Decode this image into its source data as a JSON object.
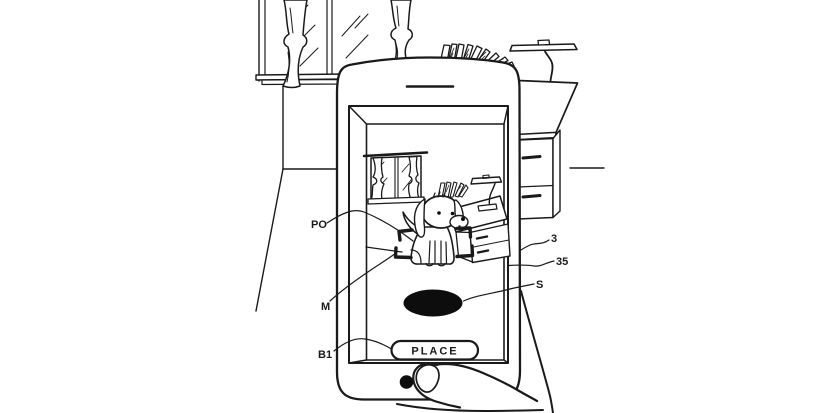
{
  "annotations": {
    "po": "PO",
    "m": "M",
    "b1": "B1",
    "ref_3": "3",
    "ref_35": "35",
    "ref_s": "S"
  },
  "screen_ui": {
    "place_button_label": "PLACE"
  },
  "colors": {
    "ink": "#1a1a1a",
    "paper": "#ffffff",
    "shadow_fill": "#0d0d0d"
  }
}
